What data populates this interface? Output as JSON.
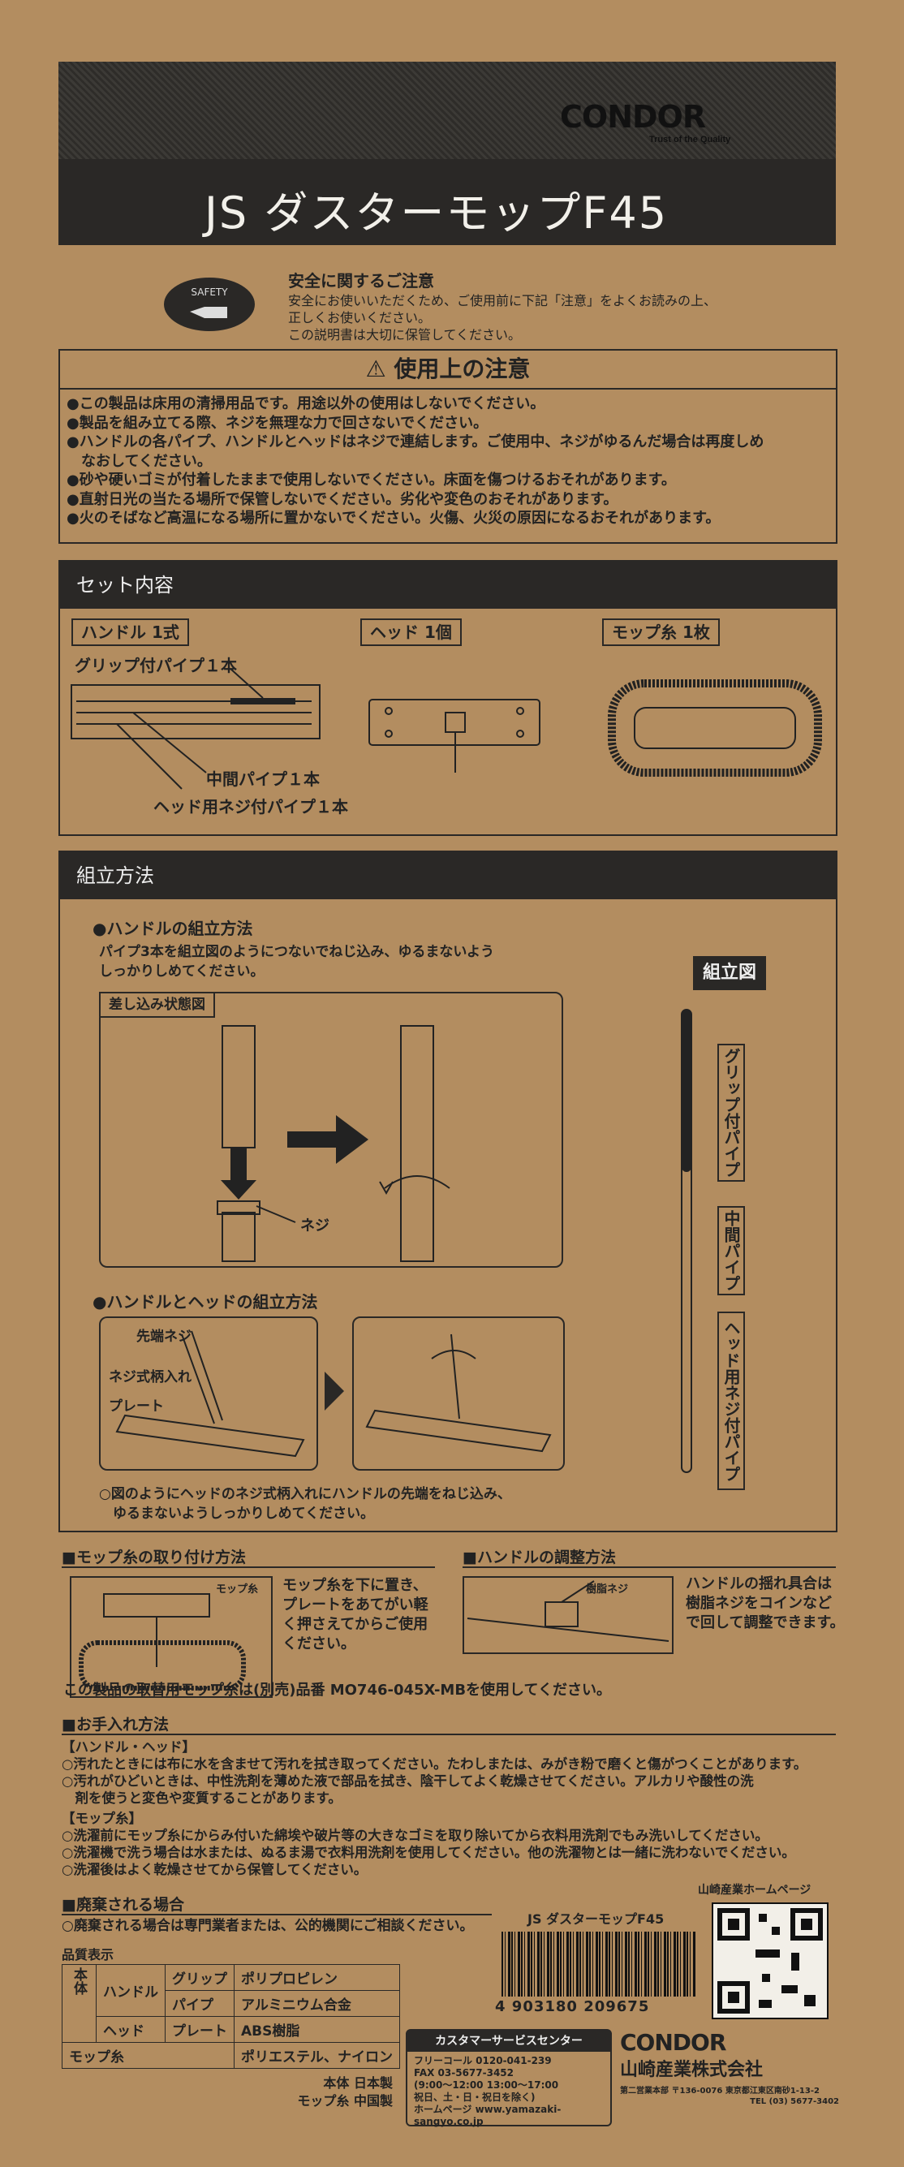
{
  "brand": {
    "name": "CONDOR",
    "tagline": "Trust of the Quality"
  },
  "product_title": "JS ダスターモップF45",
  "safety": {
    "badge": "SAFETY",
    "title": "安全に関するご注意",
    "lines": [
      "安全にお使いいただくため、ご使用前に下記「注意」をよくお読みの上、",
      "正しくお使いください。",
      "この説明書は大切に保管してください。"
    ]
  },
  "caution": {
    "title": "使用上の注意",
    "items": [
      "●この製品は床用の清掃用品です。用途以外の使用はしないでください。",
      "●製品を組み立てる際、ネジを無理な力で回さないでください。",
      "●ハンドルの各パイプ、ハンドルとヘッドはネジで連結します。ご使用中、ネジがゆるんだ場合は再度しめ",
      "　なおしてください。",
      "●砂や硬いゴミが付着したままで使用しないでください。床面を傷つけるおそれがあります。",
      "●直射日光の当たる場所で保管しないでください。劣化や変色のおそれがあります。",
      "●火のそばなど高温になる場所に置かないでください。火傷、火災の原因になるおそれがあります。"
    ]
  },
  "set_contents": {
    "title": "セット内容",
    "handle_label": "ハンドル 1式",
    "head_label": "ヘッド 1個",
    "mop_label": "モップ糸 1枚",
    "grip_pipe": "グリップ付パイプ１本",
    "middle_pipe": "中間パイプ１本",
    "screw_pipe": "ヘッド用ネジ付パイプ１本"
  },
  "assembly": {
    "title": "組立方法",
    "handle_heading": "●ハンドルの組立方法",
    "handle_desc": [
      "パイプ3本を組立図のようにつないでねじ込み、ゆるまないよう",
      "しっかりしめてください。"
    ],
    "insert_label": "差し込み状態図",
    "screw_label": "ネジ",
    "diagram_label": "組立図",
    "diagram_parts": [
      "グリップ付パイプ",
      "中間パイプ",
      "ヘッド用ネジ付パイプ"
    ],
    "head_heading": "●ハンドルとヘッドの組立方法",
    "tip_screw": "先端ネジ",
    "screw_holder": "ネジ式柄入れ",
    "plate": "プレート",
    "head_note": [
      "○図のようにヘッドのネジ式柄入れにハンドルの先端をねじ込み、",
      "　ゆるまないようしっかりしめてください。"
    ]
  },
  "mop_attach": {
    "title": "■モップ糸の取り付け方法",
    "mop_tag": "モップ糸",
    "desc": [
      "モップ糸を下に置き、",
      "プレートをあてがい軽",
      "く押さえてからご使用",
      "ください。"
    ]
  },
  "handle_adjust": {
    "title": "■ハンドルの調整方法",
    "tag": "樹脂ネジ",
    "desc": [
      "ハンドルの揺れ具合は",
      "樹脂ネジをコインなど",
      "で回して調整できます。"
    ]
  },
  "replacement": "この製品の取替用モップ糸は(別売)品番 MO746-045X-MBを使用してください。",
  "care": {
    "title": "■お手入れ方法",
    "handle_head": "【ハンドル・ヘッド】",
    "handle_items": [
      "○汚れたときには布に水を含ませて汚れを拭き取ってください。たわしまたは、みがき粉で磨くと傷がつくことがあります。",
      "○汚れがひどいときは、中性洗剤を薄めた液で部品を拭き、陰干してよく乾燥させてください。アルカリや酸性の洗",
      "　剤を使うと変色や変質することがあります。"
    ],
    "mop_head": "【モップ糸】",
    "mop_items": [
      "○洗濯前にモップ糸にからみ付いた綿埃や破片等の大きなゴミを取り除いてから衣料用洗剤でもみ洗いしてください。",
      "○洗濯機で洗う場合は水または、ぬるま湯で衣料用洗剤を使用してください。他の洗濯物とは一緒に洗わないでください。",
      "○洗濯後はよく乾燥させてから保管してください。"
    ]
  },
  "disposal": {
    "title": "■廃棄される場合",
    "text": "○廃棄される場合は専門業者または、公的機関にご相談ください。"
  },
  "specs": {
    "title": "品質表示",
    "body_label": "本体",
    "rows": [
      [
        "ハンドル",
        "グリップ",
        "ポリプロピレン"
      ],
      [
        "",
        "パイプ",
        "アルミニウム合金"
      ],
      [
        "ヘッド",
        "プレート",
        "ABS樹脂"
      ]
    ],
    "mop_label": "モップ糸",
    "mop_value": "ポリエステル、ナイロン"
  },
  "origin": {
    "body": "本体 日本製",
    "mop": "モップ糸 中国製"
  },
  "barcode": {
    "label": "JS ダスターモップF45",
    "number": "4 903180 209675"
  },
  "homepage": "山崎産業ホームページ",
  "customer": {
    "heading": "カスタマーサービスセンター",
    "freecall": "フリーコール 0120-041-239",
    "fax": "FAX 03-5677-3452",
    "hours": "(9:00～12:00 13:00～17:00",
    "days": "祝日、土・日・祝日を除く)",
    "web": "ホームページ www.yamazaki-sangyo.co.jp"
  },
  "company": {
    "name": "山崎産業株式会社",
    "dept": "第二営業本部",
    "address": "〒136-0076 東京都江東区南砂1-13-2",
    "tel": "TEL (03) 5677-3402"
  }
}
